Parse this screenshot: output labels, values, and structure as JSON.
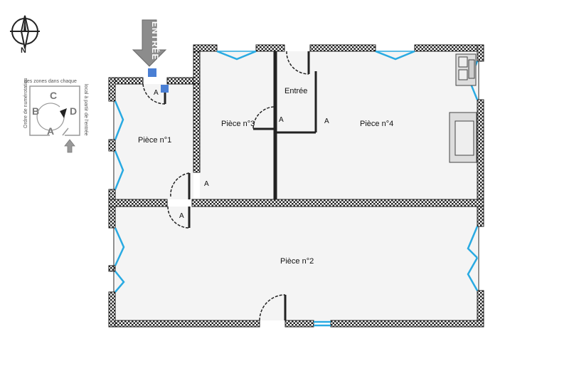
{
  "compass": {
    "north_letter": "N"
  },
  "entrance": {
    "label": "ENTRÉE"
  },
  "legend": {
    "text_top": "des zones dans chaque",
    "text_left": "Ordre de numérotation",
    "text_right": "local à partir de l'entrée",
    "letters": [
      "A",
      "B",
      "C",
      "D"
    ]
  },
  "rooms": [
    {
      "id": "room-1",
      "label": "Pièce n°1"
    },
    {
      "id": "room-2",
      "label": "Pièce n°2"
    },
    {
      "id": "room-3",
      "label": "Pièce n°3"
    },
    {
      "id": "room-4",
      "label": "Pièce n°4"
    },
    {
      "id": "entree-hall",
      "label": "Entrée"
    }
  ],
  "door_marker": "A",
  "colors": {
    "wall": "#222222",
    "window": "#29aae2",
    "floor": "#f4f4f4",
    "entrance_marker": "#4a7fd4",
    "arrow": "#8c8c8c"
  }
}
